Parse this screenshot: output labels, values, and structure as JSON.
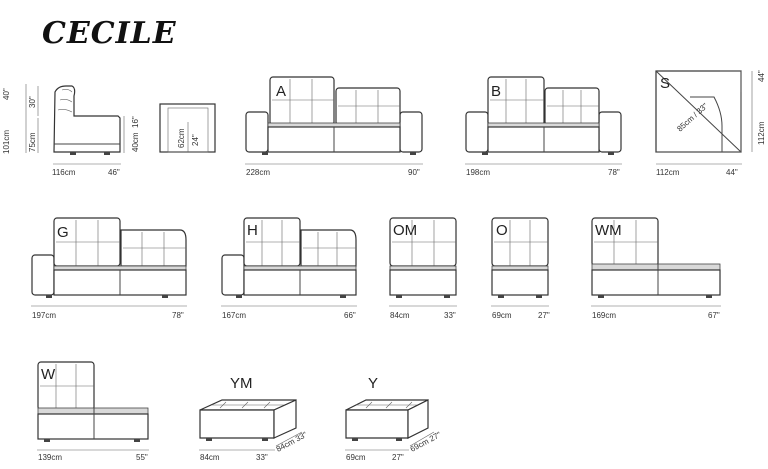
{
  "brand": "CECILE",
  "profile": {
    "h_total": "40\"",
    "h_back": "30\"",
    "h_cm_total": "101cm",
    "h_cm_back": "75cm",
    "seat_cm": "40cm",
    "seat_in": "16\"",
    "depth_cm": "116cm",
    "depth_in": "46\""
  },
  "arm": {
    "w_cm": "62cm",
    "w_in": "24\""
  },
  "modules": [
    {
      "code": "A",
      "cm": "228cm",
      "in": "90\""
    },
    {
      "code": "B",
      "cm": "198cm",
      "in": "78\""
    },
    {
      "code": "S",
      "cm": "112cm",
      "in": "44\"",
      "side_cm": "112cm",
      "side_in": "44\"",
      "diag": "85cm / 33\""
    },
    {
      "code": "G",
      "cm": "197cm",
      "in": "78\""
    },
    {
      "code": "H",
      "cm": "167cm",
      "in": "66\""
    },
    {
      "code": "OM",
      "cm": "84cm",
      "in": "33\""
    },
    {
      "code": "O",
      "cm": "69cm",
      "in": "27\""
    },
    {
      "code": "WM",
      "cm": "169cm",
      "in": "67\""
    },
    {
      "code": "W",
      "cm": "139cm",
      "in": "55\""
    },
    {
      "code": "YM",
      "cm": "84cm",
      "in": "33\"",
      "d_cm": "84cm",
      "d_in": "33\""
    },
    {
      "code": "Y",
      "cm": "69cm",
      "in": "27\"",
      "d_cm": "69cm",
      "d_in": "27\""
    }
  ]
}
